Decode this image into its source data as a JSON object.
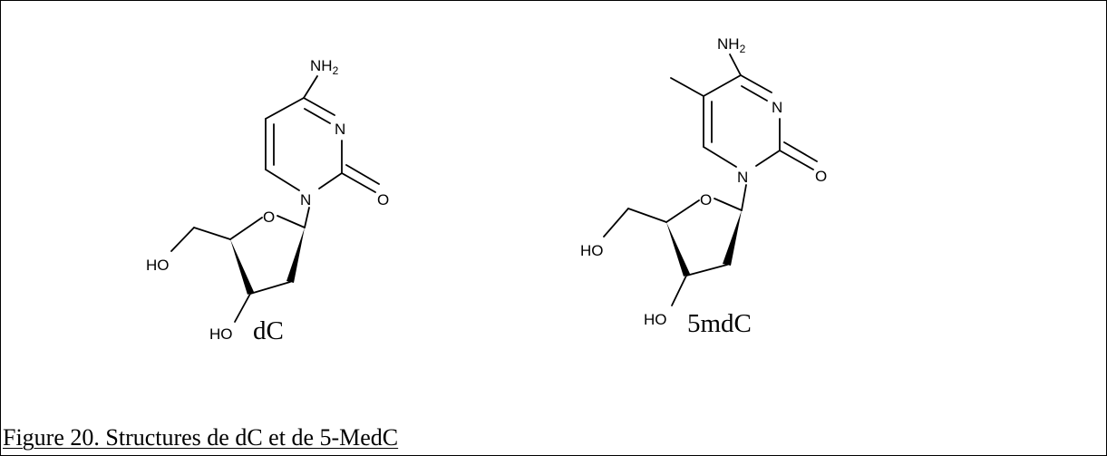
{
  "molecules": [
    {
      "name": "dC",
      "labels": {
        "amine": "NH",
        "amine_sub": "2",
        "n3": "N",
        "n1": "N",
        "carbonyl_o": "O",
        "ring_o": "O",
        "ho5": "HO",
        "ho3": "HO"
      }
    },
    {
      "name": "5mdC",
      "labels": {
        "amine": "NH",
        "amine_sub": "2",
        "n3": "N",
        "n1": "N",
        "carbonyl_o": "O",
        "ring_o": "O",
        "ho5": "HO",
        "ho3": "HO"
      }
    }
  ],
  "caption": "Figure 20. Structures de dC et de 5-MedC"
}
